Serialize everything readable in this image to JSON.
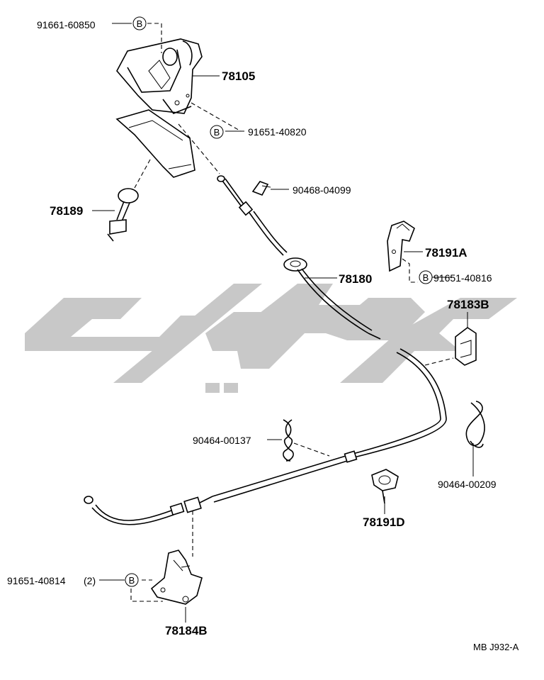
{
  "watermark": {
    "color": "#c8c8c8"
  },
  "labels": {
    "p91661_60850": "91661-60850",
    "p78105": "78105",
    "p91651_40820": "91651-40820",
    "p78189": "78189",
    "p90468_04099": "90468-04099",
    "p78191A": "78191A",
    "p91651_40816": "91651-40816",
    "p78180": "78180",
    "p78183B": "78183B",
    "p90464_00137": "90464-00137",
    "p90464_00209": "90464-00209",
    "p78191D": "78191D",
    "p91651_40814": "91651-40814",
    "qty_2": "(2)",
    "p78184B": "78184B"
  },
  "bolt_marker": "B",
  "reference": "MB  J932-A"
}
